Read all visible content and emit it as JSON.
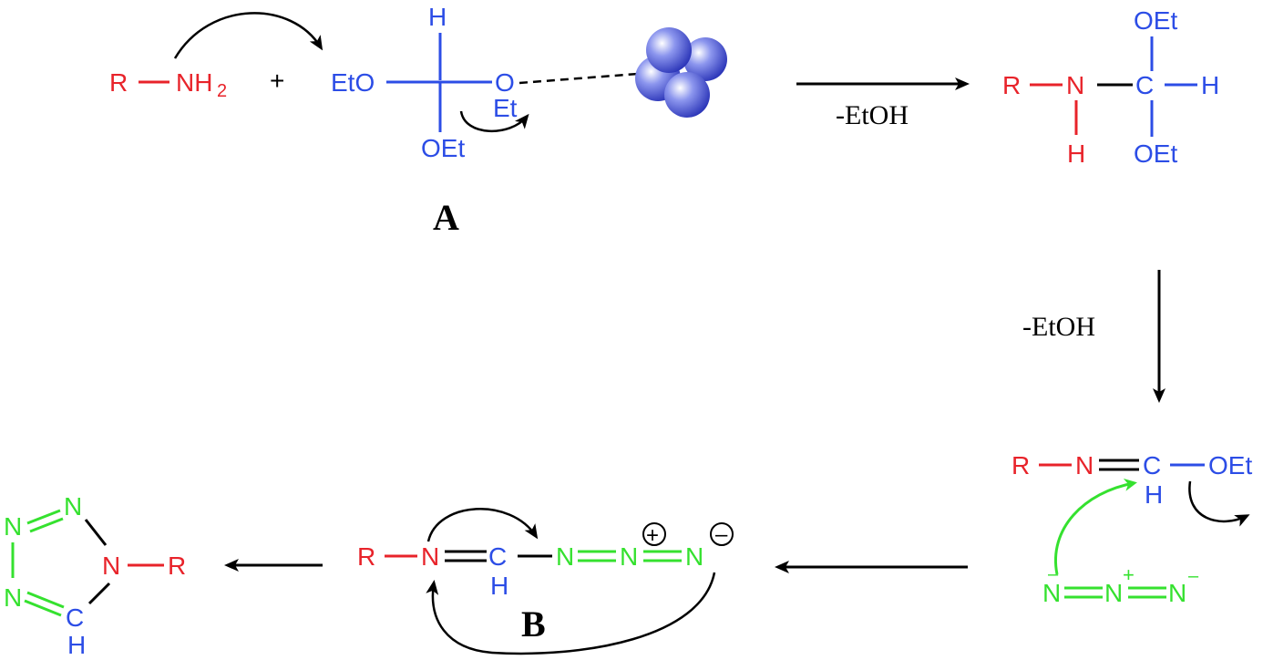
{
  "colors": {
    "red": "#e8232a",
    "blue": "#2c4de6",
    "green": "#35e12f",
    "black": "#000000"
  },
  "icons": {
    "catalyst": "sphere-cluster-icon"
  },
  "step1": {
    "reactant_R": "R",
    "reactant_N": "NH",
    "reactant_sub": "2",
    "plus": "+",
    "orthoester_H": "H",
    "orthoester_EtO": "EtO",
    "orthoester_O": "O",
    "orthoester_Et": "Et",
    "orthoester_OEt": "OEt",
    "label_A": "A",
    "arrow_label": "-EtOH"
  },
  "intermediate1": {
    "R": "R",
    "N": "N",
    "NH": "H",
    "C": "C",
    "CH": "H",
    "OEt_top": "OEt",
    "OEt_bottom": "OEt"
  },
  "step2": {
    "arrow_label": "-EtOH"
  },
  "imidate": {
    "R": "R",
    "N": "N",
    "C": "C",
    "H": "H",
    "OEt": "OEt"
  },
  "azide": {
    "N1": "N",
    "N1_charge": "–",
    "N2": "N",
    "N2_charge": "+",
    "N3": "N",
    "N3_charge": "–"
  },
  "intermediate_B": {
    "R": "R",
    "N": "N",
    "C": "C",
    "H": "H",
    "Na": "N",
    "Nb": "N",
    "Nb_charge": "+",
    "Nc": "N",
    "Nc_charge": "–",
    "label_B": "B"
  },
  "tetrazole": {
    "N_top": "N",
    "N_left_top": "N",
    "N_left_bottom": "N",
    "N_ring": "N",
    "R": "R",
    "C": "C",
    "H": "H"
  }
}
